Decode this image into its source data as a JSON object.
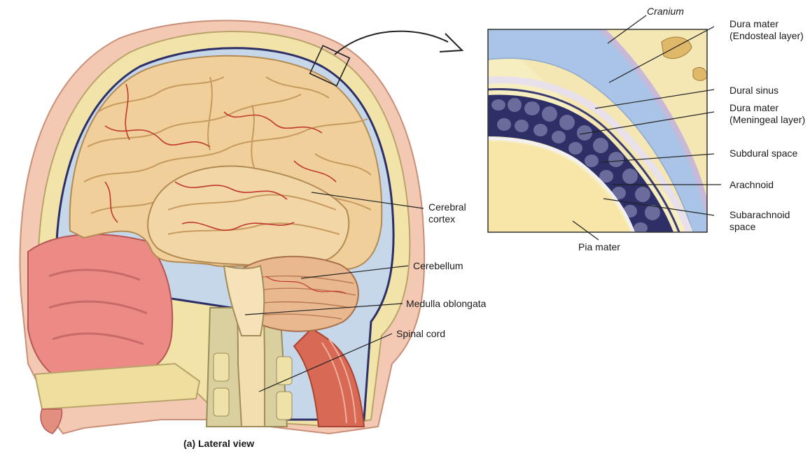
{
  "figure": {
    "caption": "(a) Lateral view",
    "labels": {
      "cranium": "Cranium",
      "dura_endosteal_1": "Dura mater",
      "dura_endosteal_2": "(Endosteal layer)",
      "dural_sinus": "Dural sinus",
      "dura_meningeal_1": "Dura mater",
      "dura_meningeal_2": "(Meningeal layer)",
      "subdural_space": "Subdural space",
      "arachnoid": "Arachnoid",
      "subarachnoid_1": "Subarachnoid",
      "subarachnoid_2": "space",
      "pia_mater": "Pia mater",
      "cerebral_cortex_1": "Cerebral",
      "cerebral_cortex_2": "cortex",
      "cerebellum": "Cerebellum",
      "medulla": "Medulla oblongata",
      "spinal_cord": "Spinal cord"
    }
  },
  "colors": {
    "skin": "#e9b9a6",
    "bone": "#f2e3a8",
    "brain": "#f0cf9a",
    "vessel": "#c0392b",
    "dural_sinus": "#a9c4e6",
    "arachnoid_dark": "#2e2f66",
    "nasal": "#e97c7c"
  }
}
